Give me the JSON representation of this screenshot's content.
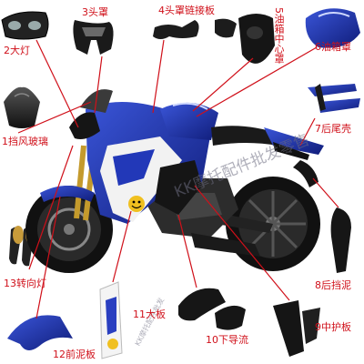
{
  "labels": {
    "headlight": "2大灯",
    "head_cover": "3头罩",
    "head_link_plate": "4头罩链接板",
    "tank_center_cover": "5油箱中心罩",
    "tank_cover": "6油箱罩",
    "windshield": "1挡风玻璃",
    "rear_tail_shell": "7后尾壳",
    "turn_signal": "13转向灯",
    "rear_fender": "8后挡泥",
    "large_panel": "11大板",
    "lower_deflector": "10下导流",
    "middle_guard": "9中护板",
    "front_fender": "12前泥板"
  },
  "watermarks": {
    "main": "KK摩托配件批发零售",
    "side": "KK摩托配件批发"
  },
  "colors": {
    "label_red": "#d0101a",
    "bike_blue": "#1a2fa8",
    "bike_black": "#151515",
    "bike_white": "#f2f2f2"
  }
}
